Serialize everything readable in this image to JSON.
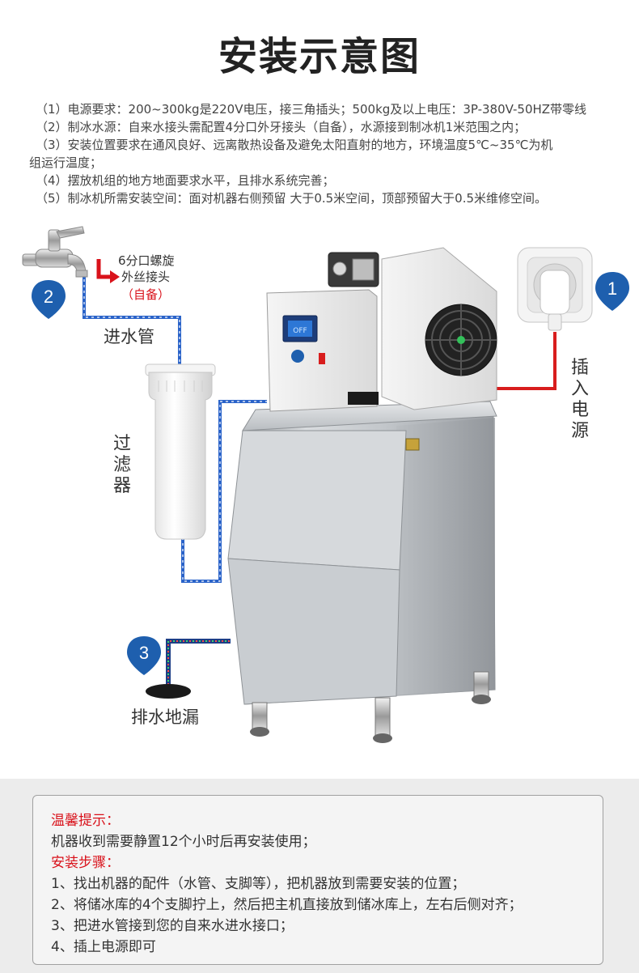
{
  "title": "安装示意图",
  "requirements": [
    "（1）电源要求：200~300kg是220V电压，接三角插头；500kg及以上电压：3P-380V-50HZ带零线",
    "（2）制冰水源：自来水接头需配置4分口外牙接头（自备），水源接到制冰机1米范围之内；",
    "（3）安装位置要求在通风良好、远离散热设备及避免太阳直射的地方，环境温度5℃~35℃为机",
    "组运行温度；",
    "（4）摆放机组的地方地面要求水平，且排水系统完善；",
    "（5）制冰机所需安装空间：面对机器右侧预留 大于0.5米空间，顶部预留大于0.5米维修空间。"
  ],
  "diagram": {
    "faucet_note_line1": "6分口螺旋",
    "faucet_note_line2": "外丝接头",
    "faucet_note_self": "（自备）",
    "inlet_pipe": "进水管",
    "filter": [
      "过",
      "滤",
      "器"
    ],
    "power": [
      "插",
      "入",
      "电",
      "源"
    ],
    "drain": "排水地漏",
    "pin_1": "1",
    "pin_2": "2",
    "pin_3": "3",
    "display_text": "OFF",
    "colors": {
      "pin_blue": "#1e5fae",
      "water_pipe": "#2a63c9",
      "power_cable": "#d81d1d",
      "highlight_red": "#d9121b"
    }
  },
  "tips": {
    "header": "温馨提示：",
    "line1": "机器收到需要静置12个小时后再安装使用；",
    "steps_header": "安装步骤：",
    "steps": [
      "1、找出机器的配件（水管、支脚等），把机器放到需要安装的位置；",
      "2、将储冰库的4个支脚拧上，然后把主机直接放到储冰库上，左右后侧对齐；",
      "3、把进水管接到您的自来水进水接口；",
      "4、插上电源即可"
    ]
  }
}
